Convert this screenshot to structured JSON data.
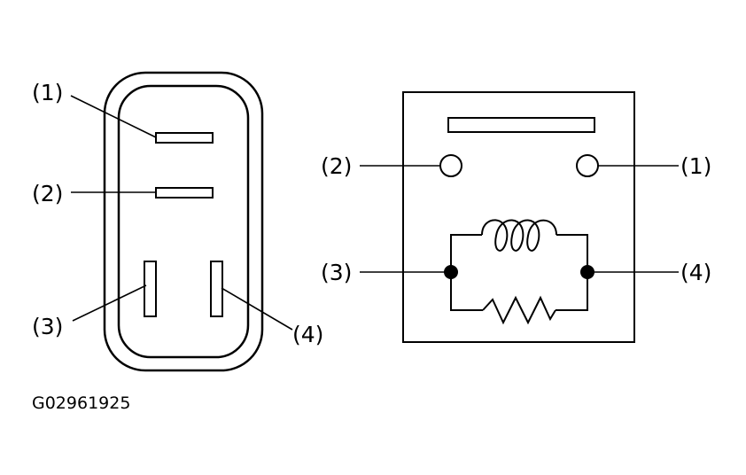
{
  "connector_face": {
    "terminal_labels": {
      "t1": "(1)",
      "t2": "(2)",
      "t3": "(3)",
      "t4": "(4)"
    }
  },
  "schematic": {
    "terminal_labels": {
      "t1": "(1)",
      "t2": "(2)",
      "t3": "(3)",
      "t4": "(4)"
    },
    "components": [
      "coil-icon",
      "resistor-icon",
      "junction-dot-icon"
    ]
  },
  "figure_id": "G02961925",
  "colors": {
    "line": "#000000",
    "background": "#ffffff"
  }
}
